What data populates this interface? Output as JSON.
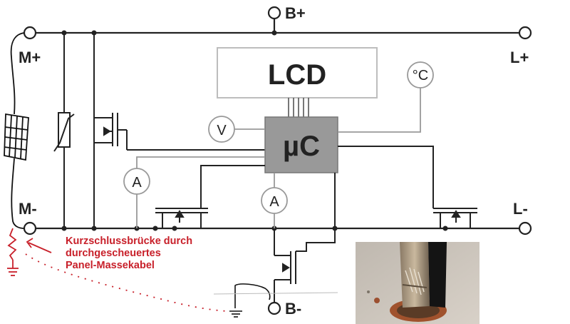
{
  "terminals": {
    "battery_plus": "B+",
    "battery_minus": "B-",
    "module_plus": "M+",
    "module_minus": "M-",
    "load_plus": "L+",
    "load_minus": "L-"
  },
  "blocks": {
    "lcd": "LCD",
    "microcontroller": "µC"
  },
  "meters": {
    "voltmeter": "V",
    "ammeter_left": "A",
    "ammeter_center": "A",
    "temperature": "°C"
  },
  "annotation": {
    "lines": [
      "Kurzschlussbrücke durch",
      "durchgescheuertes",
      "Panel-Massekabel"
    ],
    "color": "#c8202a"
  },
  "colors": {
    "wire": "#222222",
    "component_box": "#999999",
    "box_outline": "#bdbdbd",
    "annotation_red": "#c8202a"
  }
}
